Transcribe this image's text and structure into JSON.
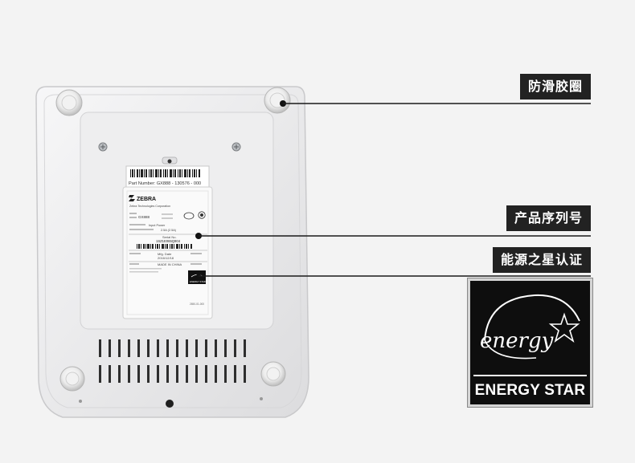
{
  "callouts": {
    "feet": "防滑胶圈",
    "serial": "产品序列号",
    "energy": "能源之星认证"
  },
  "part_sticker": {
    "text": "Part Number:   GX888 - 130576 - 000"
  },
  "device_label": {
    "brand": "ZEBRA",
    "company": "Zebra Technologies Corporation",
    "model": "GX888",
    "input_label": "Input Power",
    "input_value": "2.5A (2.5A)",
    "serial_header": "Serial No.",
    "serial_value": "1SZ1E065Q904",
    "date_header": "Mfg. Date",
    "date_value": "2016/12/18",
    "made_in": "MADE IN CHINA",
    "small_logo_text": "ENERGY STAR",
    "corner_code": "2650-01-000"
  },
  "energy_logo": {
    "script": "energy",
    "text": "ENERGY STAR"
  },
  "colors": {
    "background": "#f3f3f3",
    "label_bg": "#222222",
    "label_fg": "#ffffff",
    "line": "#1a1a1a",
    "printer_body": "#e9e9ea"
  }
}
